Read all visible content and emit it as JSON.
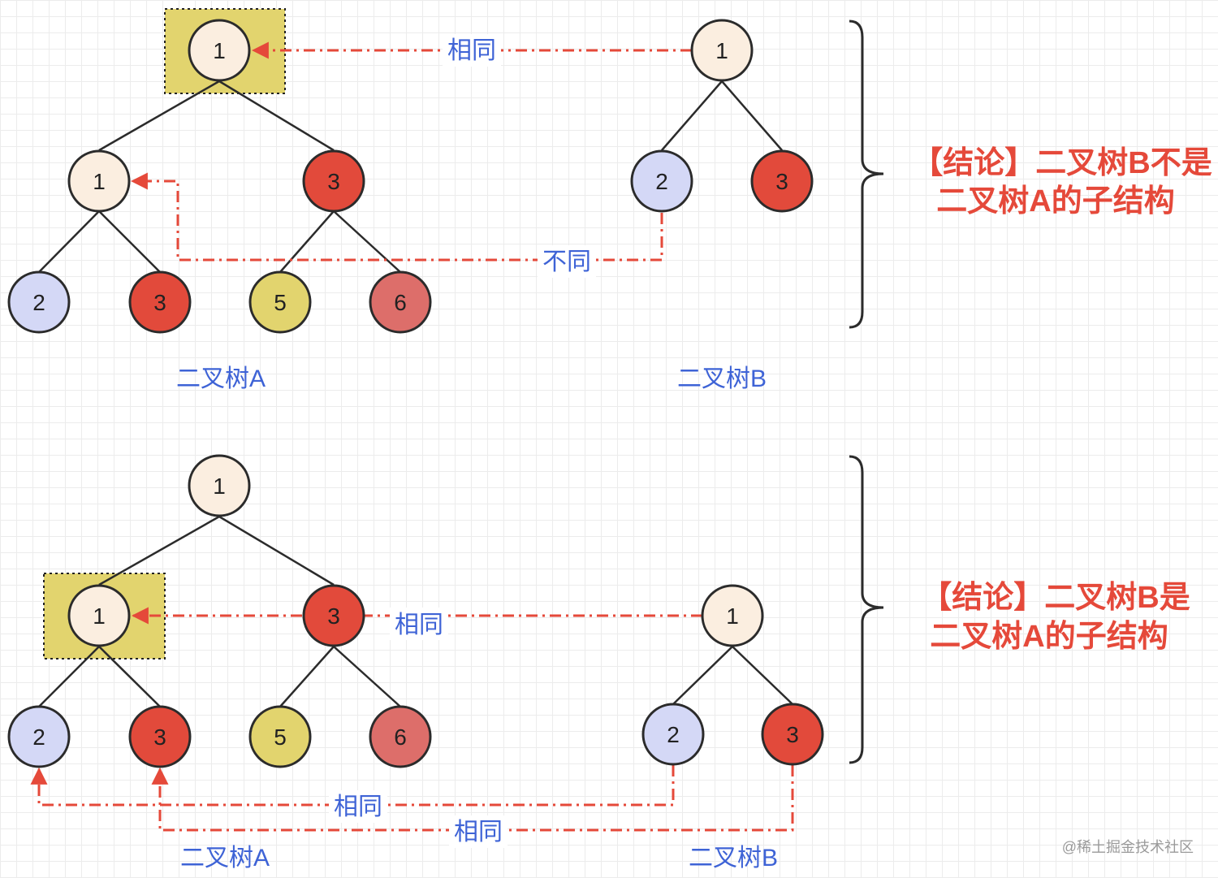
{
  "colors": {
    "node_cream": "#fbeee0",
    "node_red": "#e24a3b",
    "node_blue": "#d4d8f6",
    "node_yellow": "#e2d46e",
    "node_pink": "#dd6e6a",
    "highlight": "#e2d46e",
    "arrow": "#e5493a",
    "label_blue": "#3e63d6",
    "stroke": "#2b2b2b"
  },
  "top": {
    "treeA": {
      "caption": "二叉树A",
      "nodes": [
        "1",
        "1",
        "3",
        "2",
        "3",
        "5",
        "6"
      ]
    },
    "treeB": {
      "caption": "二叉树B",
      "nodes": [
        "1",
        "2",
        "3"
      ]
    },
    "links": [
      "相同",
      "不同"
    ],
    "conclusion": [
      "【结论】二叉树B不是",
      "二叉树A的子结构"
    ]
  },
  "bottom": {
    "treeA": {
      "caption": "二叉树A",
      "nodes": [
        "1",
        "1",
        "3",
        "2",
        "3",
        "5",
        "6"
      ]
    },
    "treeB": {
      "caption": "二叉树B",
      "nodes": [
        "1",
        "2",
        "3"
      ]
    },
    "links": [
      "相同",
      "相同",
      "相同"
    ],
    "conclusion": [
      "【结论】二叉树B是",
      "二叉树A的子结构"
    ]
  },
  "watermark": "@稀土掘金技术社区"
}
